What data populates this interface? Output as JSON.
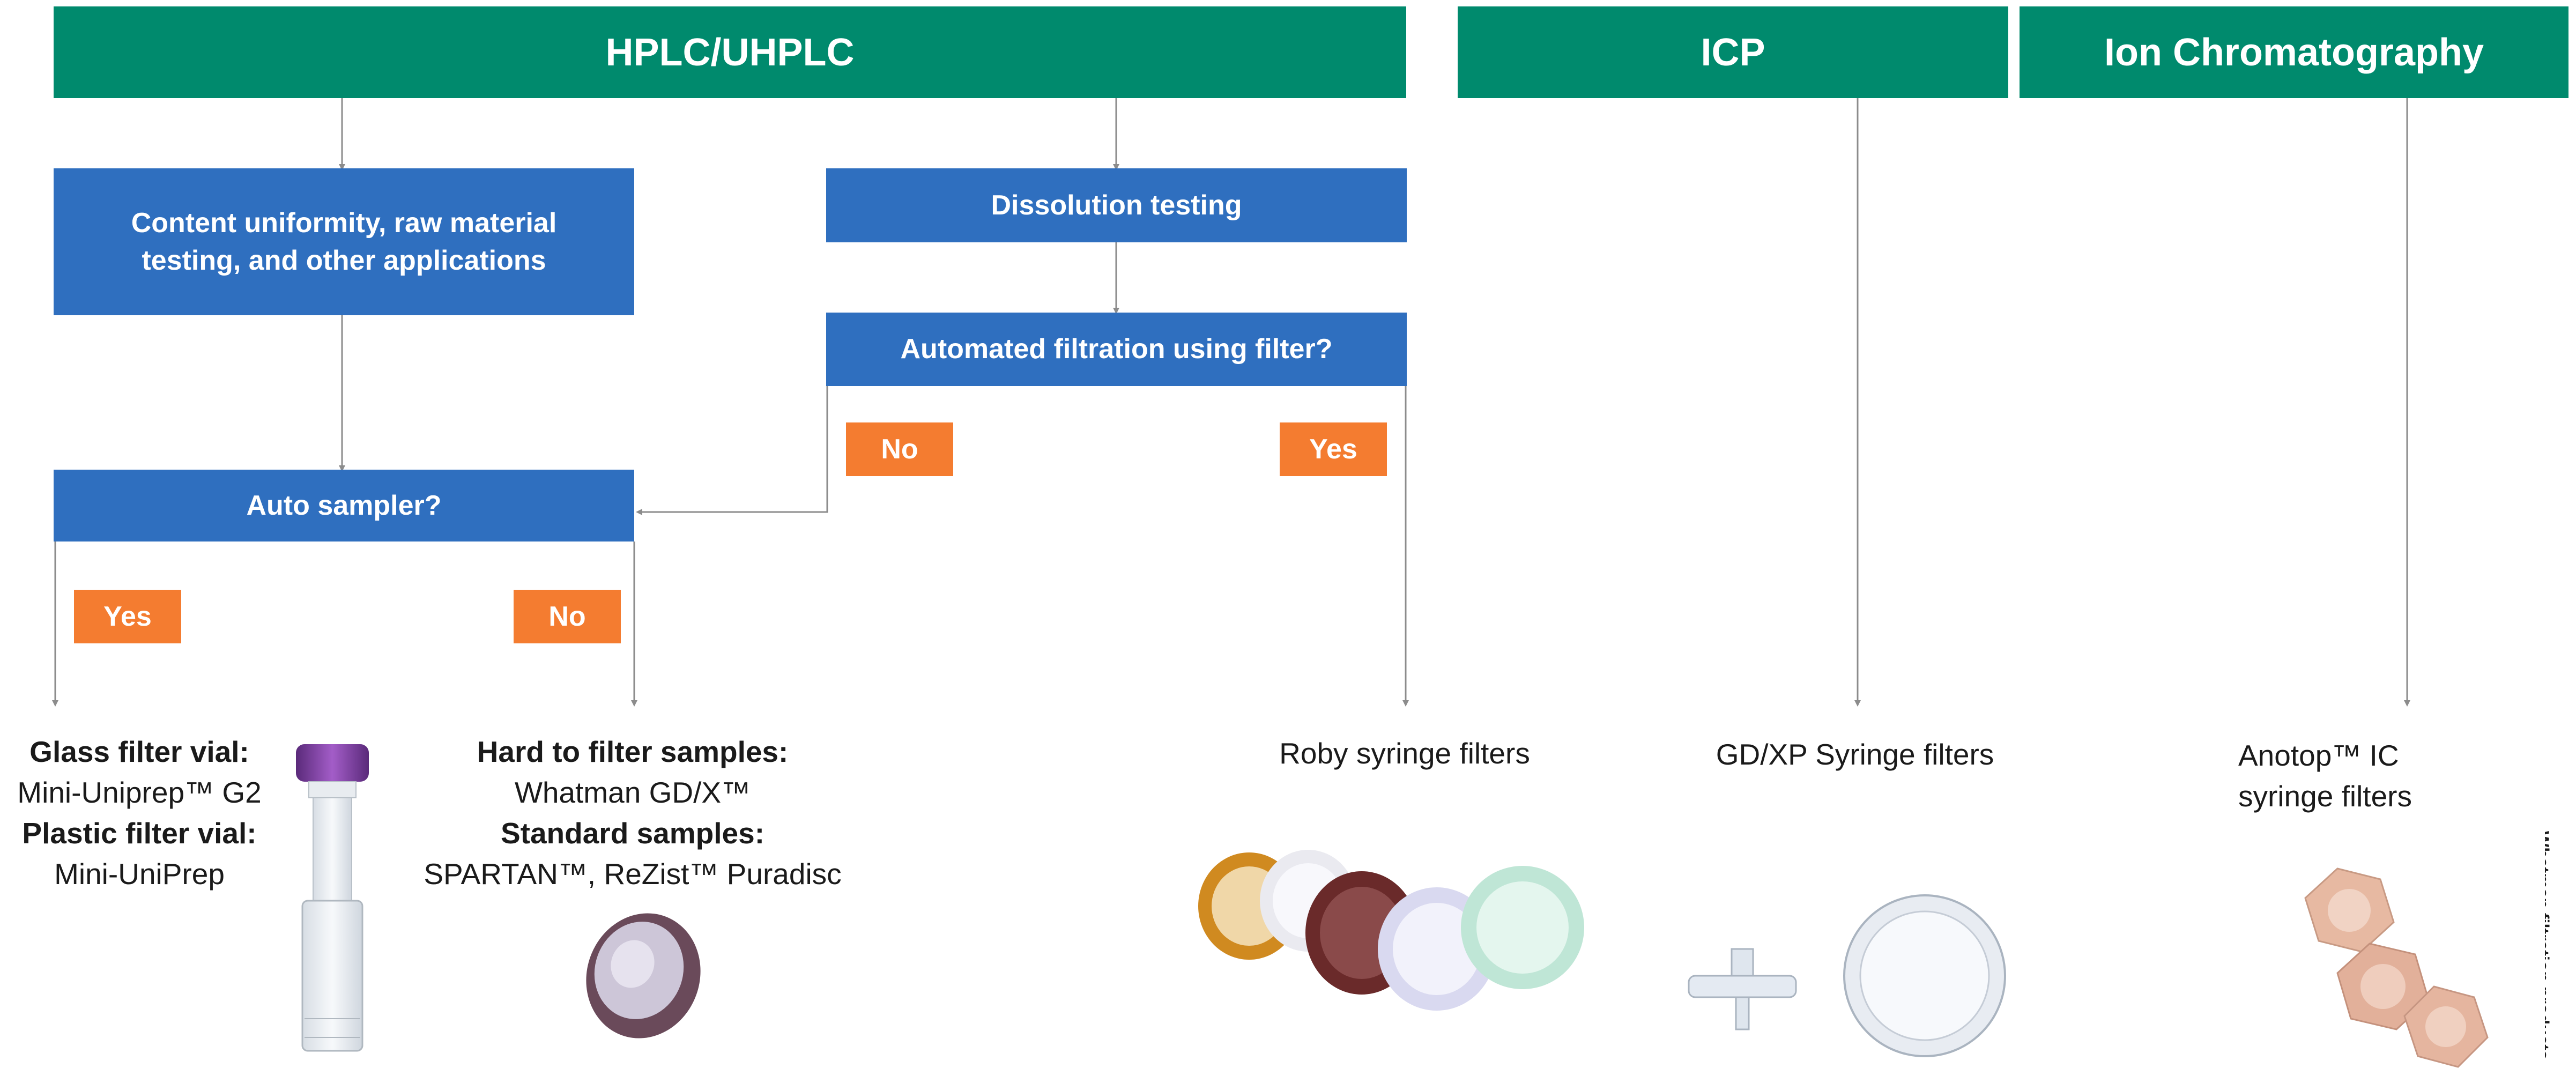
{
  "headers": {
    "hplc": "HPLC/UHPLC",
    "icp": "ICP",
    "ion": "Ion Chromatography"
  },
  "boxes": {
    "content": "Content uniformity, raw material testing, and other applications",
    "dissolution": "Dissolution testing",
    "automated": "Automated filtration using filter?",
    "autosampler": "Auto sampler?"
  },
  "tags": {
    "no_automated": "No",
    "yes_automated": "Yes",
    "yes_autosampler": "Yes",
    "no_autosampler": "No"
  },
  "products": {
    "glass": {
      "l1": "Glass filter vial:",
      "l2": "Mini-Uniprep™ G2",
      "l3": "Plastic filter vial:",
      "l4": "Mini-UniPrep"
    },
    "hard": {
      "l1": "Hard to filter samples:",
      "l2": "Whatman GD/X™",
      "l3": "Standard samples:",
      "l4": "SPARTAN™, ReZist™ Puradisc"
    },
    "roby": "Roby syringe filters",
    "gdxp": "GD/XP Syringe filters",
    "anotop": {
      "l1": "Anotop™ IC",
      "l2": "syringe filters"
    }
  },
  "side_text": "Whatman filtration products",
  "colors": {
    "header": "#008a6d",
    "box": "#2f6fbf",
    "tag": "#f47c30",
    "line": "#8c8c8c"
  }
}
